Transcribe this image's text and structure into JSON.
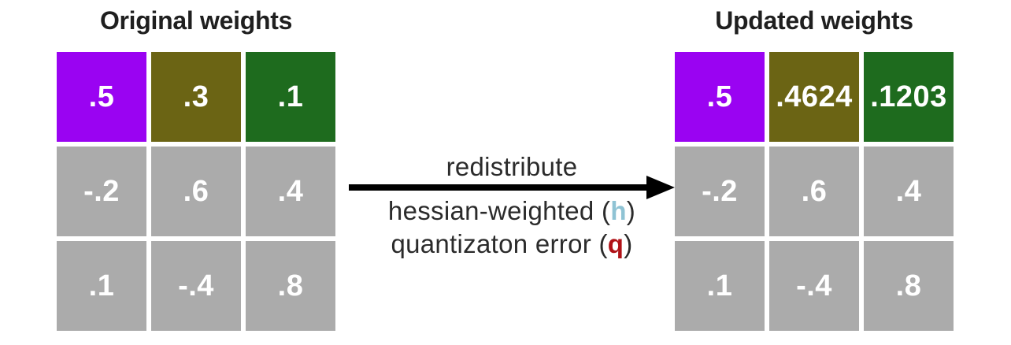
{
  "original": {
    "title": "Original weights",
    "cells": [
      {
        "value": ".5",
        "color": "#9a03f2"
      },
      {
        "value": ".3",
        "color": "#6b6414"
      },
      {
        "value": ".1",
        "color": "#1e6b1e"
      },
      {
        "value": "-.2",
        "color": "#ababab"
      },
      {
        "value": ".6",
        "color": "#ababab"
      },
      {
        "value": ".4",
        "color": "#ababab"
      },
      {
        "value": ".1",
        "color": "#ababab"
      },
      {
        "value": "-.4",
        "color": "#ababab"
      },
      {
        "value": ".8",
        "color": "#ababab"
      }
    ]
  },
  "updated": {
    "title": "Updated weights",
    "cells": [
      {
        "value": ".5",
        "color": "#9a03f2"
      },
      {
        "value": ".4624",
        "color": "#6b6414"
      },
      {
        "value": ".1203",
        "color": "#1e6b1e"
      },
      {
        "value": "-.2",
        "color": "#ababab"
      },
      {
        "value": ".6",
        "color": "#ababab"
      },
      {
        "value": ".4",
        "color": "#ababab"
      },
      {
        "value": ".1",
        "color": "#ababab"
      },
      {
        "value": "-.4",
        "color": "#ababab"
      },
      {
        "value": ".8",
        "color": "#ababab"
      }
    ]
  },
  "arrow": {
    "top_label": "redistribute",
    "line2_prefix": "hessian-weighted (",
    "line2_var": "h",
    "line2_suffix": ")",
    "line3_prefix": "quantizaton error (",
    "line3_var": "q",
    "line3_suffix": ")"
  },
  "colors": {
    "cell_purple": "#9a03f2",
    "cell_olive": "#6b6414",
    "cell_green": "#1e6b1e",
    "cell_gray": "#ababab",
    "cell_text": "#ffffff",
    "title_text": "#1f1f1f",
    "label_text": "#2b2b2b",
    "arrow": "#000000",
    "hessian_h": "#8fc3d4",
    "quantization_q": "#b01217"
  }
}
